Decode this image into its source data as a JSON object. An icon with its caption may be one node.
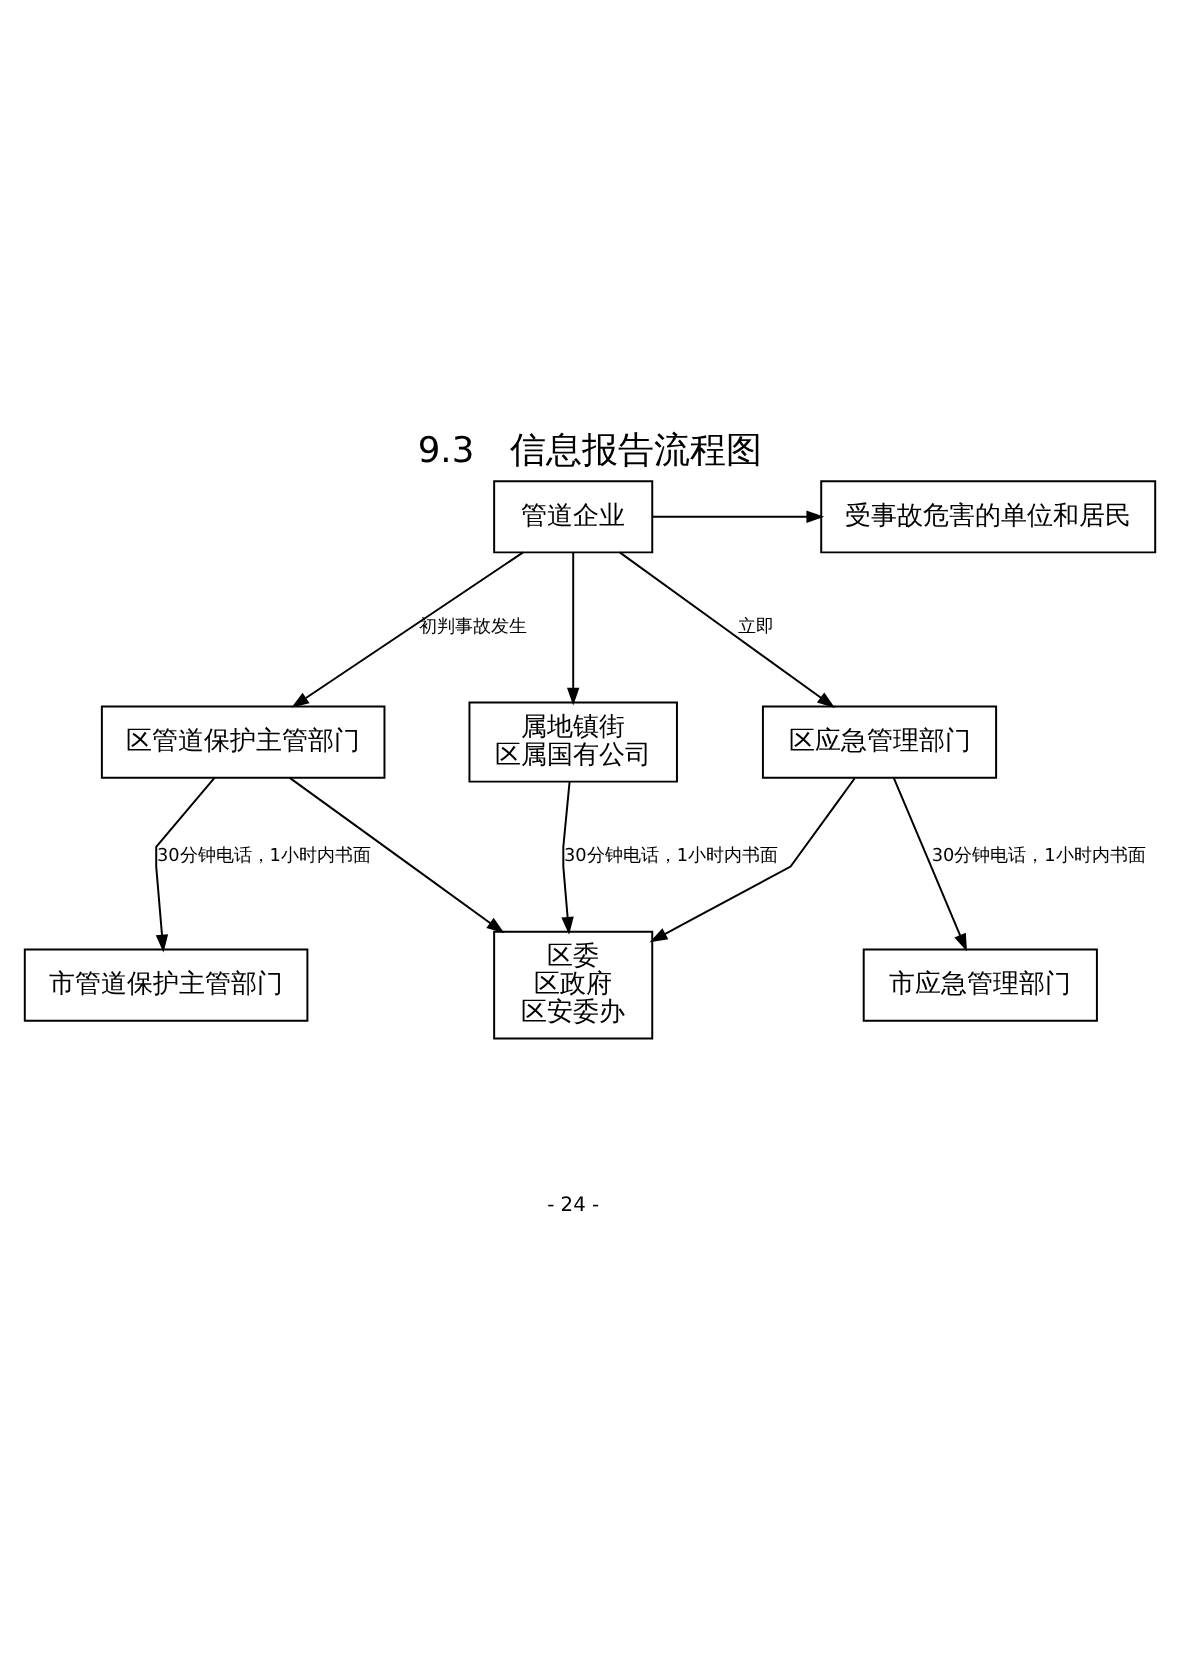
{
  "diagram": {
    "title": "9.3　信息报告流程图",
    "nodes": [
      {
        "text": [
          "管道企业"
        ]
      },
      {
        "text": [
          "受事故危害的单位和居民"
        ]
      },
      {
        "text": [
          "区管道保护主管部门"
        ]
      },
      {
        "text": [
          "属地镇街",
          "区属国有公司"
        ]
      },
      {
        "text": [
          "区应急管理部门"
        ]
      },
      {
        "text": [
          "市管道保护主管部门"
        ]
      },
      {
        "text": [
          "区委",
          "区政府",
          "区安委办"
        ]
      },
      {
        "text": [
          "市应急管理部门"
        ]
      }
    ],
    "edges": [
      {
        "from": 0,
        "to": 1,
        "arrow": "to"
      },
      {
        "from": 0,
        "to": 2,
        "arrow": "to",
        "label": "初判事故发生"
      },
      {
        "from": 0,
        "to": 3,
        "arrow": "to"
      },
      {
        "from": 0,
        "to": 4,
        "arrow": "to",
        "label": "立即"
      },
      {
        "from": 2,
        "to": 5,
        "arrow": "to",
        "label": "30分钟电话，1小时内书面"
      },
      {
        "from": 2,
        "to": 6,
        "arrow": "to"
      },
      {
        "from": 3,
        "to": 6,
        "arrow": "to",
        "label": "30分钟电话，1小时内书面"
      },
      {
        "from": 4,
        "to": 6,
        "arrow": "to"
      },
      {
        "from": 4,
        "to": 7,
        "arrow": "to",
        "label": "30分钟电话，1小时内书面"
      }
    ],
    "labels": [
      "- 24 -"
    ]
  }
}
